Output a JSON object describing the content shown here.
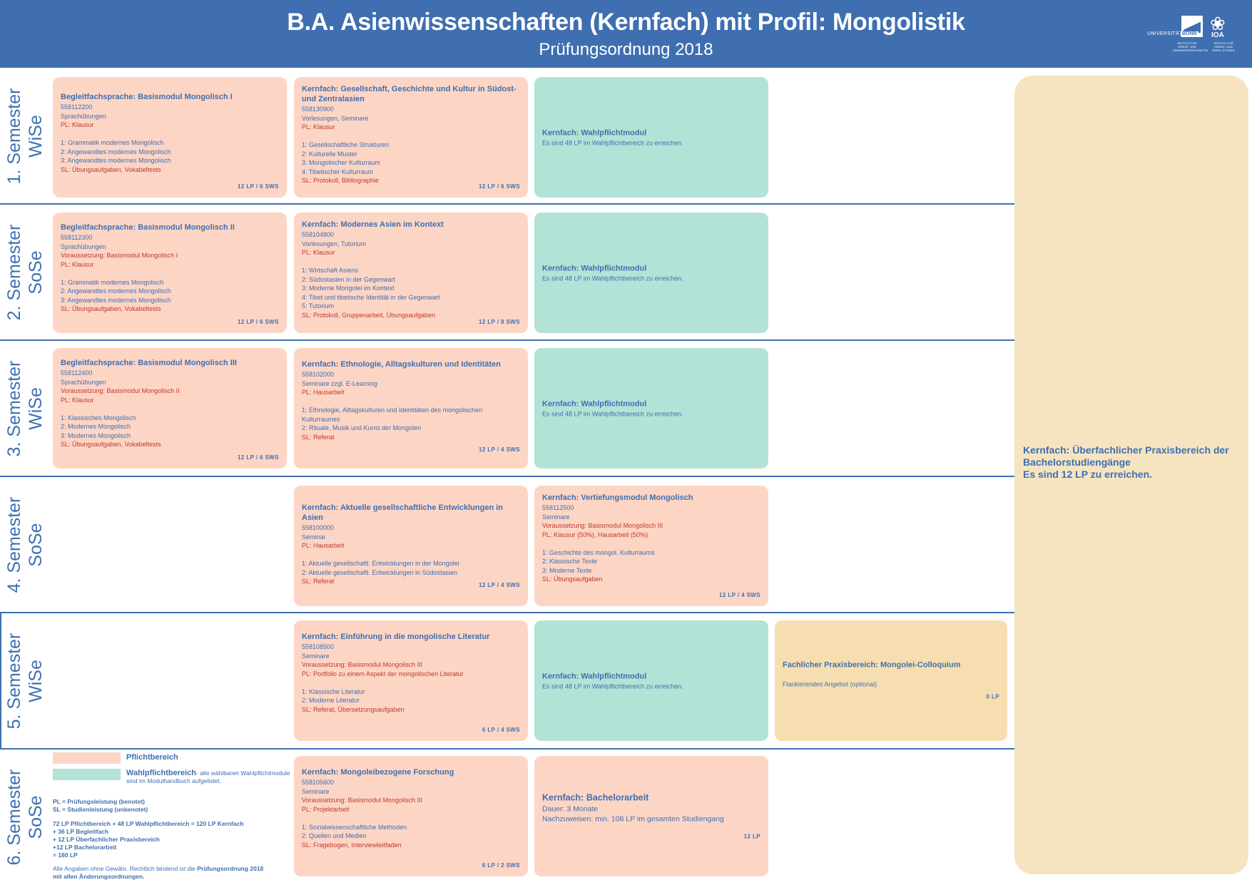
{
  "header": {
    "title": "B.A. Asienwissenschaften (Kernfach) mit Profil: Mongolistik",
    "subtitle": "Prüfungsordnung 2018",
    "logo": {
      "uni": "UNIVERSITÄT",
      "bonn": "BONN",
      "ioa": "IOA",
      "small1": "INSTITUT FÜR ORIENT- UND ASIENWISSENSCHAFTEN",
      "small2": "INSTITUT FÜR ORIENT- UND ASIEN- STUDIEN"
    }
  },
  "semesters": [
    {
      "l1": "1. Semester",
      "l2": "WiSe"
    },
    {
      "l1": "2. Semester",
      "l2": "SoSe"
    },
    {
      "l1": "3. Semester",
      "l2": "WiSe"
    },
    {
      "l1": "4. Semester",
      "l2": "SoSe"
    },
    {
      "l1": "5. Semester",
      "l2": "WiSe"
    },
    {
      "l1": "6. Semester",
      "l2": "SoSe"
    }
  ],
  "modules": {
    "s1a": {
      "title": "Begleitfachsprache: Basismodul Mongolisch I",
      "code": "558112200",
      "type": "Sprachübungen",
      "pl": "PL: Klausur",
      "items": [
        "1: Grammatik modernes Mongolisch",
        "2: Angewandtes modernes Mongolisch",
        "3: Angewandtes modernes Mongolisch"
      ],
      "sl": "SL: Übungsaufgaben, Vokabeltests",
      "lp": "12 LP / 6 SWS"
    },
    "s1b": {
      "title": "Kernfach: Gesellschaft, Geschichte und Kultur in Südost- und Zentralasien",
      "code": "558130900",
      "type": "Vorlesungen, Seminare",
      "pl": "PL: Klausur",
      "items": [
        "1: Gesellschaftliche Strukturen",
        "2: Kulturelle Muster",
        "3: Mongolischer Kulturraum",
        "4: Tibetischer Kulturraum"
      ],
      "sl": "SL: Protokoll, Bibliographie",
      "lp": "12 LP / 6 SWS"
    },
    "s1c": {
      "title": "Kernfach: Wahlpflichtmodul",
      "desc": "Es sind 48 LP im Wahlpflichtbereich zu erreichen."
    },
    "s2a": {
      "title": "Begleitfachsprache: Basismodul Mongolisch II",
      "code": "558112300",
      "type": "Sprachübungen",
      "pre": "Voraussetzung: Basismodul Mongolisch I",
      "pl": "PL: Klausur",
      "items": [
        "1: Grammatik modernes Mongolisch",
        "2: Angewandtes modernes Mongolisch",
        "3: Angewandtes modernes Mongolisch"
      ],
      "sl": "SL: Übungsaufgaben, Vokabeltests",
      "lp": "12 LP / 6 SWS"
    },
    "s2b": {
      "title": "Kernfach: Modernes Asien im Kontext",
      "code": "558104800",
      "type": "Vorlesungen, Tutorium",
      "pl": "PL: Klausur",
      "items": [
        "1: Wirtschaft Asiens",
        "2: Südostasien in der Gegenwart",
        "3: Moderne Mongolei im Kontext",
        "4: Tibet und tibetische Identität in der Gegenwart",
        "5: Tutorium"
      ],
      "sl": "SL: Protokoll, Gruppenarbeit, Übungsaufgaben",
      "lp": "12 LP / 8 SWS"
    },
    "s2c": {
      "title": "Kernfach: Wahlpflichtmodul",
      "desc": "Es sind 48 LP im Wahlpflichtbereich zu erreichen."
    },
    "s3a": {
      "title": "Begleitfachsprache: Basismodul Mongolisch III",
      "code": "558112400",
      "type": "Sprachübungen",
      "pre": "Voraussetzung: Basismodul Mongolisch II",
      "pl": "PL: Klausur",
      "items": [
        "1: Klassisches Mongolisch",
        "2: Modernes Mongolisch",
        "3: Modernes Mongolisch"
      ],
      "sl": "SL: Übungsaufgaben, Vokabeltests",
      "lp": "12 LP / 6 SWS"
    },
    "s3b": {
      "title": "Kernfach: Ethnologie, Alltagskulturen und Identitäten",
      "code": "558102000",
      "type": "Seminare zzgl. E-Learning",
      "pl": "PL: Hausarbeit",
      "items": [
        "1: Ethnologie, Alltagskulturen und Identitäten des mongolischen Kulturraumes",
        "2: Rituale, Musik und Kunst der Mongolen"
      ],
      "sl": "SL: Referat",
      "lp": "12 LP / 4 SWS"
    },
    "s3c": {
      "title": "Kernfach: Wahlpflichtmodul",
      "desc": "Es sind 48 LP im Wahlpflichtbereich zu erreichen."
    },
    "s4b": {
      "title": "Kernfach: Aktuelle gesellschaftliche Entwicklungen in Asien",
      "code": "558100000",
      "type": "Seminar",
      "pl": "PL: Hausarbeit",
      "items": [
        "1: Aktuelle gesellschaftl. Entwicklungen in der Mongolei",
        "2: Aktuelle gesellschaftl. Entwicklungen in Südostasien"
      ],
      "sl": "SL: Referat",
      "lp": "12 LP / 4 SWS"
    },
    "s4c": {
      "title": "Kernfach: Vertiefungsmodul Mongolisch",
      "code": "558112500",
      "type": "Seminare",
      "pre": "Voraussetzung: Basismodul Mongolisch III",
      "pl": "PL: Klausur (50%), Hausarbeit (50%)",
      "items": [
        "1: Geschichte des mongol. Kulturraums",
        "2: Klassische Texte",
        "3: Moderne Texte"
      ],
      "sl": "SL: Übungsaufgaben",
      "lp": "12 LP / 4 SWS"
    },
    "s5b": {
      "title": "Kernfach: Einführung in die mongolische Literatur",
      "code": "558108500",
      "type": "Seminare",
      "pre": "Voraussetzung: Basismodul Mongolisch III",
      "pl": "PL: Portfolio zu einem Aspekt der mongolischen Literatur",
      "items": [
        "1: Klassische Literatur",
        "2: Moderne Literatur"
      ],
      "sl": "SL:  Referat, Übersetzungsaufgaben",
      "lp": "6 LP / 4 SWS"
    },
    "s5c": {
      "title": "Kernfach: Wahlpflichtmodul",
      "desc": "Es sind 48 LP im Wahlpflichtbereich zu erreichen."
    },
    "s5d": {
      "title": "Fachlicher Praxisbereich: Mongolei-Colloquium",
      "desc": "Flankierendes Angebot (optional)",
      "lp": "0 LP"
    },
    "s6b": {
      "title": "Kernfach: Mongoleibezogene Forschung",
      "code": "558105600",
      "type": "Seminare",
      "pre": "Voraussetzung: Basismodul Mongolisch III",
      "pl": "PL: Projektarbeit",
      "items": [
        "1: Sozialwissenschaftliche Methoden",
        "2: Quellen und Medien"
      ],
      "sl": "SL:  Fragebogen, Interviewleitfaden",
      "lp": "6 LP / 2 SWS"
    },
    "s6c": {
      "title": "Kernfach: Bachelorarbeit",
      "line1": "Dauer: 3 Monate",
      "line2": "Nachzuweisen: min. 108 LP im gesamten Studiengang",
      "lp": "12 LP"
    }
  },
  "praxis": {
    "title": "Kernfach: Überfachlicher Praxisbereich der Bachelorstudiengänge",
    "desc": "Es sind 12 LP zu erreichen."
  },
  "legend": {
    "pflicht": "Pflichtbereich",
    "wahl": "Wahlpflichtbereich",
    "wahl_note": "- alle wählbaren Wahlpflichtmodule sind im Modulhandbuch aufgelistet.",
    "pl": "PL = Prüfungsleistung (benotet)",
    "sl": "SL = Studienleistung (unbenotet)",
    "sum": [
      "72 LP Pflichtbereich + 48 LP Wahlpflichtbereich = 120 LP Kernfach",
      "+ 36 LP Begleitfach",
      "+ 12 LP Überfachlicher Praxisbereich",
      "+12 LP Bachelorarbeit",
      "= 180 LP"
    ],
    "disclaimer_1": "Alle Angaben ohne Gewähr. Rechtlich bindend ist die ",
    "disclaimer_bold": "Prüfungsordnung 2018",
    "disclaimer_2": "mit allen Änderungsordnungen."
  },
  "colors": {
    "header_blue": "#3f6fb0",
    "pflicht_pink": "#fdd5c5",
    "wahlpflicht_teal": "#b3e3d6",
    "praxis_orange": "#f7deb0",
    "praxis_cream": "#f6e4c0",
    "accent_red": "#c0392b"
  }
}
